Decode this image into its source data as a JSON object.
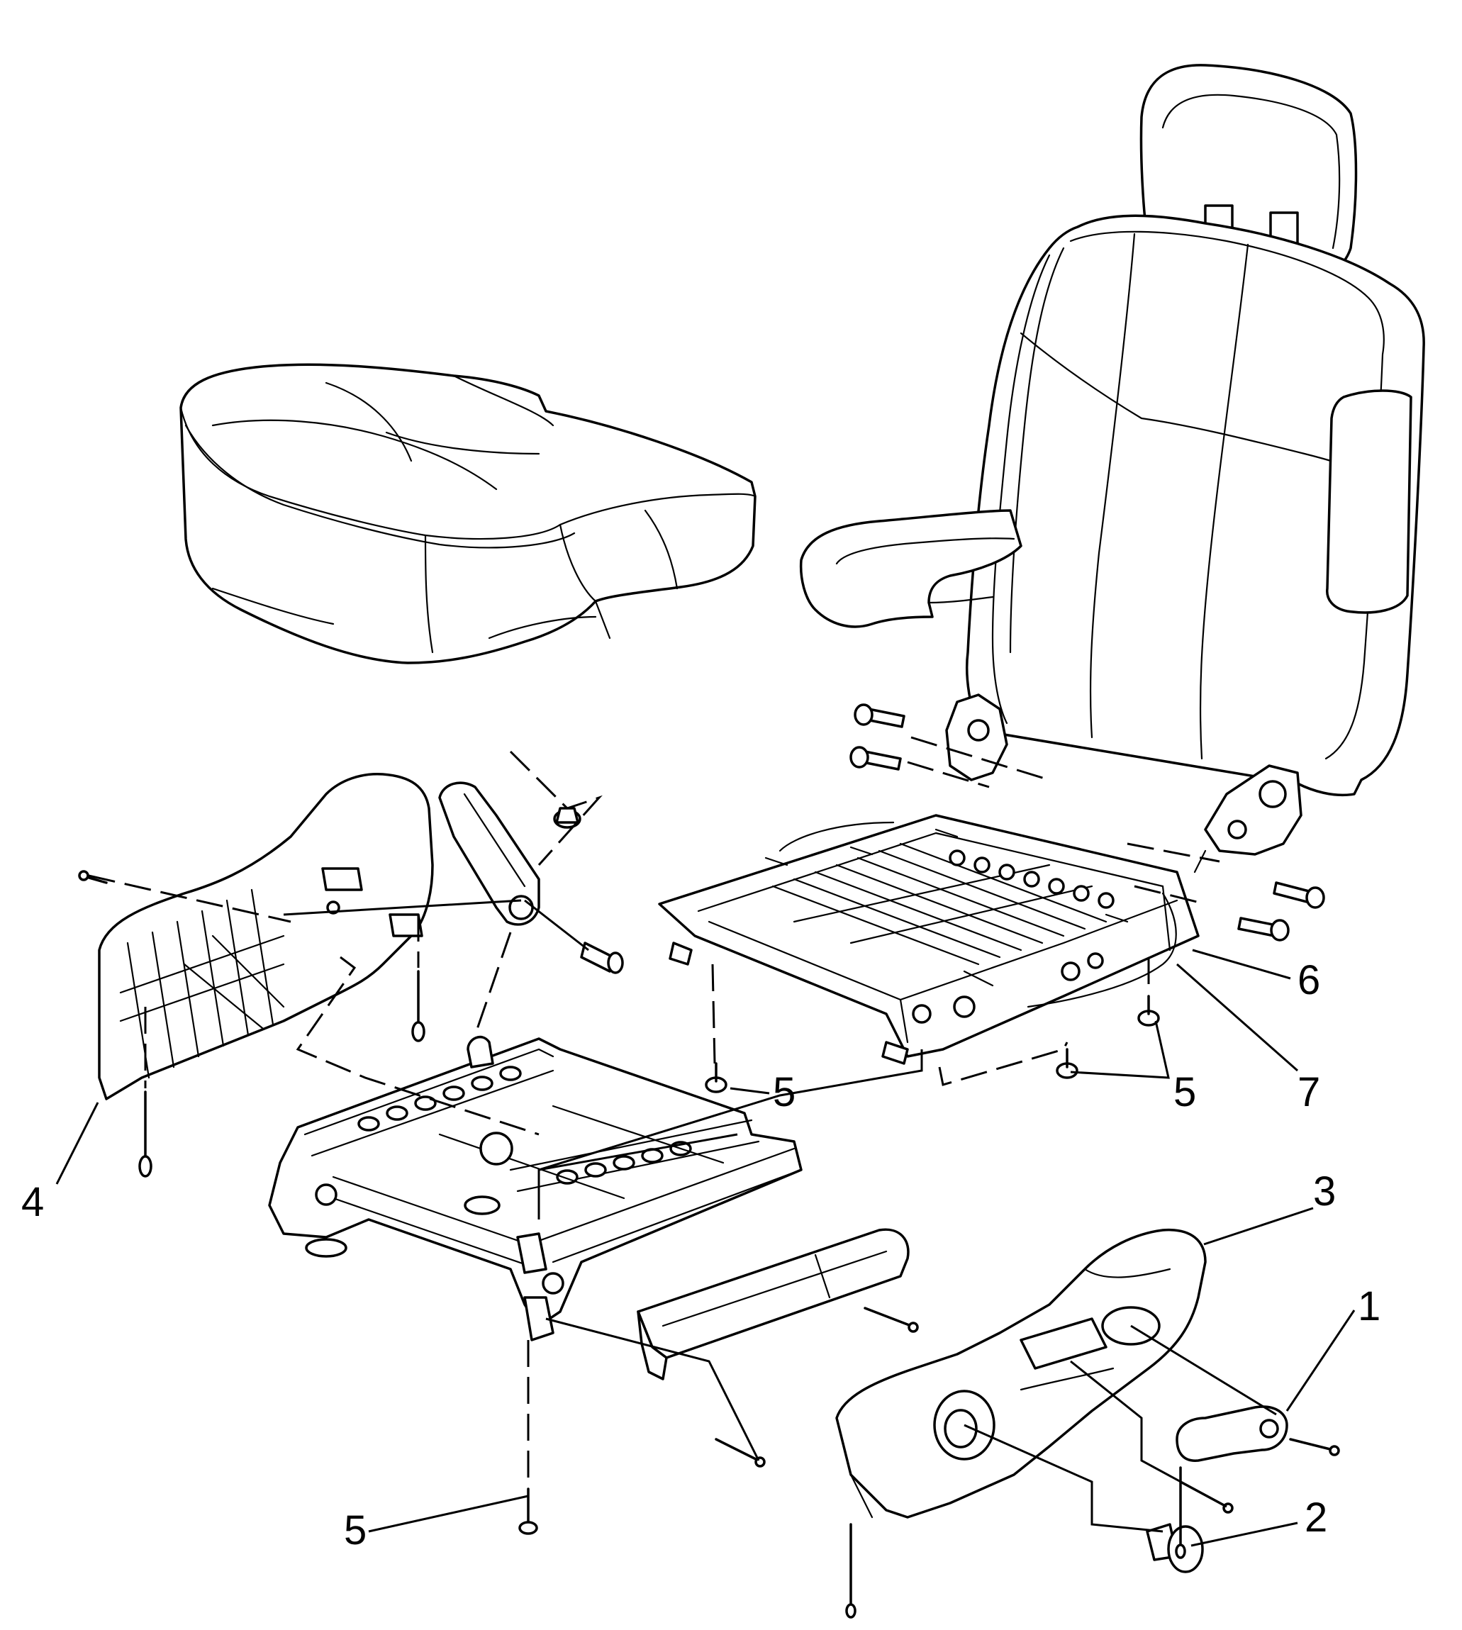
{
  "callouts": [
    {
      "id": "c1",
      "text": "1"
    },
    {
      "id": "c2",
      "text": "2"
    },
    {
      "id": "c3",
      "text": "3"
    },
    {
      "id": "c4",
      "text": "4"
    },
    {
      "id": "c5a",
      "text": "5"
    },
    {
      "id": "c5b",
      "text": "5"
    },
    {
      "id": "c5c",
      "text": "5"
    },
    {
      "id": "c6",
      "text": "6"
    },
    {
      "id": "c7",
      "text": "7"
    }
  ]
}
